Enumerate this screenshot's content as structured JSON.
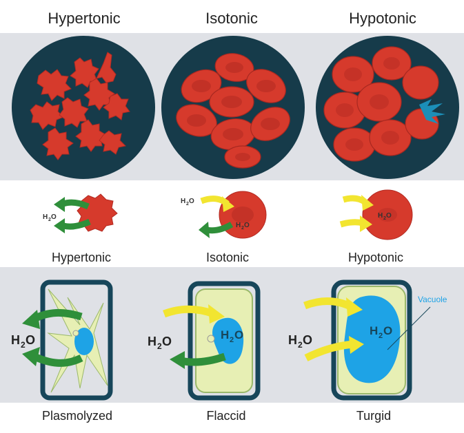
{
  "headers": [
    "Hypertonic",
    "Isotonic",
    "Hypotonic"
  ],
  "rbc_labels": [
    "Hypertonic",
    "Isotonic",
    "Hypotonic"
  ],
  "plant_labels": [
    "Plasmolyzed",
    "Flaccid",
    "Turgid"
  ],
  "water_label": "H2O",
  "vacuole_label": "Vacuole",
  "colors": {
    "cell_red": "#d63a2c",
    "cell_dark": "#b22a22",
    "dish": "#163b4a",
    "band": "#dfe1e6",
    "arrow_green": "#2f8f3a",
    "arrow_yellow": "#f2e530",
    "vacuole": "#1ea3e6",
    "cytoplasm": "#e7efb4",
    "wall": "#17465a"
  }
}
